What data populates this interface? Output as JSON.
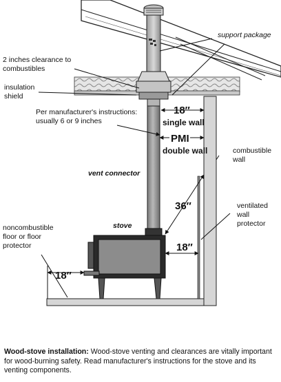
{
  "labels": {
    "support_package": "support package",
    "clearance_line1": "2 inches clearance to",
    "clearance_line2": "combustibles",
    "insulation_line1": "insulation",
    "insulation_line2": "shield",
    "manufacturer_line1": "Per manufacturer's instructions:",
    "manufacturer_line2": "usually 6 or 9 inches",
    "dim_18_top": "18″",
    "single_wall": "single wall",
    "pmi": "PMI",
    "double_wall": "double wall",
    "combustible_line1": "combustible",
    "combustible_line2": "wall",
    "vent_connector": "vent connector",
    "dim_36": "36″",
    "ventilated_line1": "ventilated",
    "ventilated_line2": "wall",
    "ventilated_line3": "protector",
    "noncomb_line1": "noncombustible",
    "noncomb_line2": "floor or floor",
    "noncomb_line3": "protector",
    "stove": "stove",
    "dim_18_right": "18″",
    "dim_18_left": "18″"
  },
  "caption": {
    "title": "Wood-stove installation:",
    "body": "Wood-stove venting and clearances are vitally important for wood-burning safety. Read manufacturer's instructions for the stove and its venting components."
  }
}
